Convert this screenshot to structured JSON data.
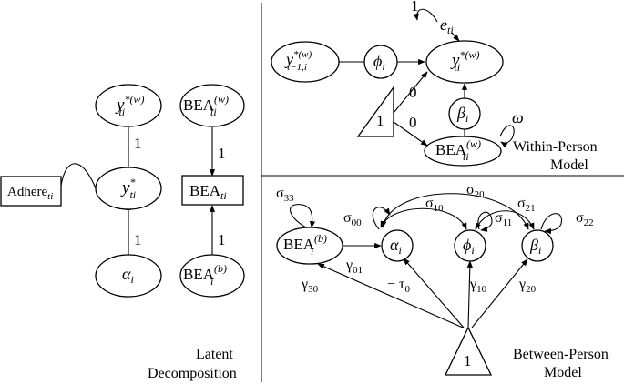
{
  "panels": {
    "latent": {
      "title_line1": "Latent",
      "title_line2": "Decomposition"
    },
    "within": {
      "title_line1": "Within-Person",
      "title_line2": "Model"
    },
    "between": {
      "title_line1": "Between-Person",
      "title_line2": "Model"
    }
  },
  "latent": {
    "y_within": {
      "main": "y",
      "sup": "*(w)",
      "sub": "ti"
    },
    "bea_within": {
      "main": "BEA",
      "sup": "(w)",
      "sub": "ti"
    },
    "y_star": {
      "main": "y",
      "sup": "*",
      "sub": "ti"
    },
    "bea_obs": {
      "main": "BEA",
      "sub": "ti"
    },
    "adhere": {
      "main": "Adhere",
      "sub": "ti"
    },
    "alpha": {
      "main": "α",
      "sub": "i"
    },
    "bea_between": {
      "main": "BEA",
      "sup": "(b)",
      "sub": "i"
    },
    "loading_y_within": "1",
    "loading_bea_within": "1",
    "loading_alpha": "1",
    "loading_bea_between": "1"
  },
  "within": {
    "y_lag": {
      "main": "y",
      "sup": "*(w)",
      "sub": "t−1,i"
    },
    "phi": {
      "main": "ϕ",
      "sub": "i"
    },
    "y_within": {
      "main": "y",
      "sup": "*(w)",
      "sub": "ti"
    },
    "error": {
      "main": "e",
      "sub": "ti"
    },
    "error_var": "1",
    "beta": {
      "main": "β",
      "sub": "i"
    },
    "bea_within": {
      "main": "BEA",
      "sup": "(w)",
      "sub": "ti"
    },
    "omega": "ω",
    "constant": "1",
    "path_const_y": "0",
    "path_const_bea": "0"
  },
  "between": {
    "bea_between": {
      "main": "BEA",
      "sup": "(b)",
      "sub": "i"
    },
    "alpha": {
      "main": "α",
      "sub": "i"
    },
    "phi": {
      "main": "ϕ",
      "sub": "i"
    },
    "beta": {
      "main": "β",
      "sub": "i"
    },
    "constant": "1",
    "sigma33": {
      "main": "σ",
      "sub": "33"
    },
    "sigma00": {
      "main": "σ",
      "sub": "00"
    },
    "sigma10": {
      "main": "σ",
      "sub": "10"
    },
    "sigma20": {
      "main": "σ",
      "sub": "20"
    },
    "sigma11": {
      "main": "σ",
      "sub": "11"
    },
    "sigma21": {
      "main": "σ",
      "sub": "21"
    },
    "sigma22": {
      "main": "σ",
      "sub": "22"
    },
    "gamma01": {
      "main": "γ",
      "sub": "01"
    },
    "gamma30": {
      "main": "γ",
      "sub": "30"
    },
    "tau0": {
      "main": "− τ",
      "sub": "0"
    },
    "gamma10": {
      "main": "γ",
      "sub": "10"
    },
    "gamma20": {
      "main": "γ",
      "sub": "20"
    }
  }
}
